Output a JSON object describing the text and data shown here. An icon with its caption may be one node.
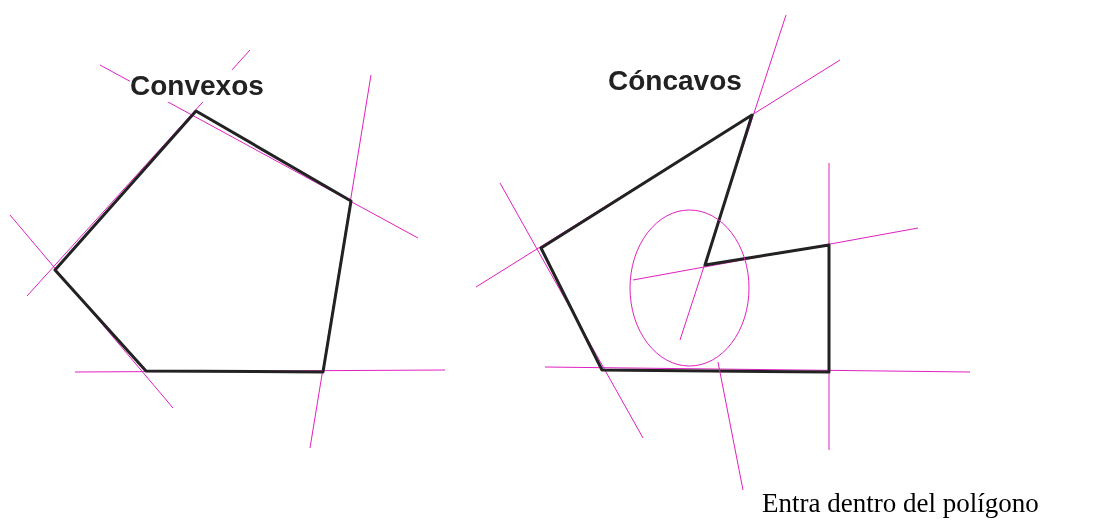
{
  "diagram": {
    "nodes": [
      {
        "text": [
          "Entra dentro del polígono"
        ]
      },
      {
        "text": [],
        "shape": "circle"
      }
    ],
    "edges": [
      {
        "from": 0,
        "to": 1,
        "arrow": "none"
      }
    ],
    "labels": [
      "Convexos",
      "Cóncavos"
    ]
  }
}
